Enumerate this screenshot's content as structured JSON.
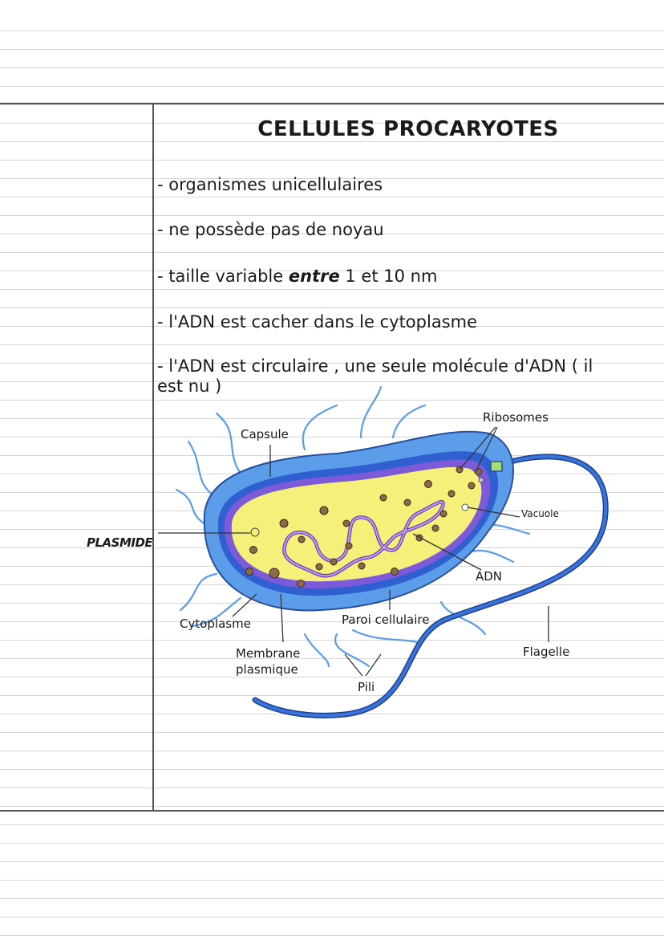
{
  "title": "CELLULES PROCARYOTES",
  "bullets": [
    {
      "text": "- organismes unicellulaires"
    },
    {
      "text": "- ne possède pas de noyau"
    },
    {
      "pre": "- taille variable ",
      "em": "entre",
      "post": " 1 et 10 nm"
    },
    {
      "text": "- l'ADN est cacher dans le cytoplasme"
    },
    {
      "text": "- l'ADN est circulaire , une seule molécule d'ADN ( il est nu )"
    }
  ],
  "margin_note": "PLASMIDE",
  "diagram_labels": {
    "capsule": "Capsule",
    "ribosomes": "Ribosomes",
    "vacuole": "Vacuole",
    "adn": "ADN",
    "cytoplasme": "Cytoplasme",
    "membrane": "Membrane\nplasmique",
    "paroi": "Paroi cellulaire",
    "pili": "Pili",
    "flagelle": "Flagelle"
  },
  "colors": {
    "capsule": "#5b9de8",
    "wall": "#2f5fd0",
    "membrane": "#7d5bd8",
    "cytoplasm": "#f5f07a",
    "dna": "#a46adf",
    "ribosome": "#8a6a48",
    "flagellum": "#3b74d8"
  }
}
